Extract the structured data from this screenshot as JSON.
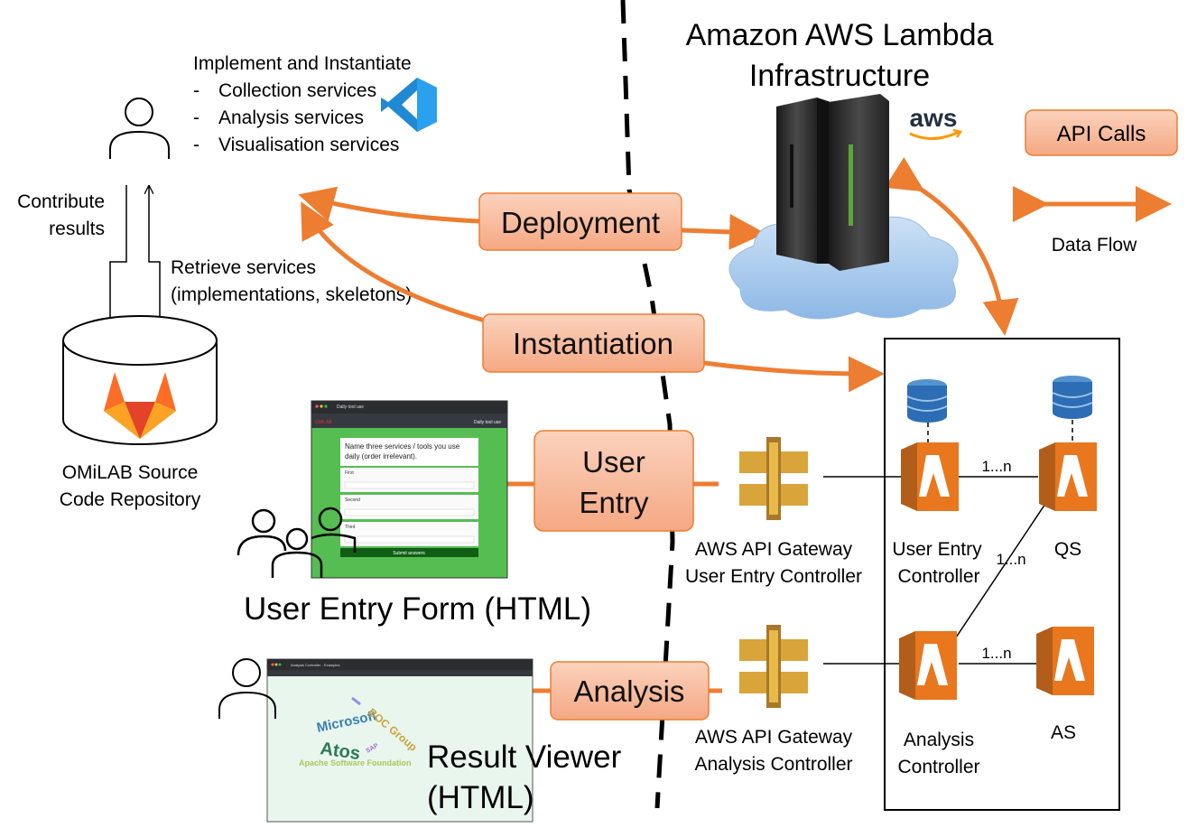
{
  "developer": {
    "heading": "Implement and Instantiate",
    "bullets": [
      "Collection services",
      "Analysis services",
      "Visualisation services"
    ],
    "bullet_marker": "-",
    "icon": "vscode-icon"
  },
  "repository_flow": {
    "contribute": [
      "Contribute",
      "results"
    ],
    "retrieve": [
      "Retrieve services",
      "(implementations, skeletons)"
    ],
    "repository_label": [
      "OMiLAB Source",
      "Code Repository"
    ],
    "icon": "gitlab-icon"
  },
  "aws": {
    "title": [
      "Amazon AWS Lambda",
      "Infrastructure"
    ],
    "logo": "aws"
  },
  "process_boxes": {
    "deployment": "Deployment",
    "instantiation": "Instantiation",
    "user_entry": [
      "User",
      "Entry"
    ],
    "analysis": "Analysis"
  },
  "legend": {
    "api_calls": "API Calls",
    "data_flow": "Data Flow"
  },
  "gateways": {
    "user_entry": [
      "AWS API Gateway",
      "User Entry Controller"
    ],
    "analysis": [
      "AWS API Gateway",
      "Analysis Controller"
    ]
  },
  "lambdas": {
    "user_entry": [
      "User Entry",
      "Controller"
    ],
    "qs": "QS",
    "analysis": [
      "Analysis",
      "Controller"
    ],
    "as": "AS",
    "multiplicity": "1...n"
  },
  "user_entry_form": {
    "caption": "User Entry Form (HTML)",
    "tab_title": "Daily tool use",
    "brand": "OMiLAB",
    "nav_title": "Daily tool use",
    "question": [
      "Name three services / tools you use",
      "daily (order irrelevant)."
    ],
    "fields": [
      "First",
      "Second",
      "Third"
    ],
    "submit": "Submit answers",
    "colors": {
      "background": "#56bd52",
      "submit": "#0f5e14"
    }
  },
  "result_viewer": {
    "caption": [
      "Result Viewer",
      "(HTML)"
    ],
    "tab_title": "Analysis Controller - Examples",
    "words": [
      "Microsoft",
      "BOC Group",
      "Atos",
      "SAP",
      "Apache Software Foundation"
    ],
    "colors": {
      "background": "#e9f6ee"
    }
  },
  "colors": {
    "accent_orange": "#ed7d31",
    "box_fill": "#f7b595",
    "lambda_orange": "#e8771e",
    "gateway_gold": "#d9a43a",
    "dynamo_blue": "#2d6db5"
  }
}
